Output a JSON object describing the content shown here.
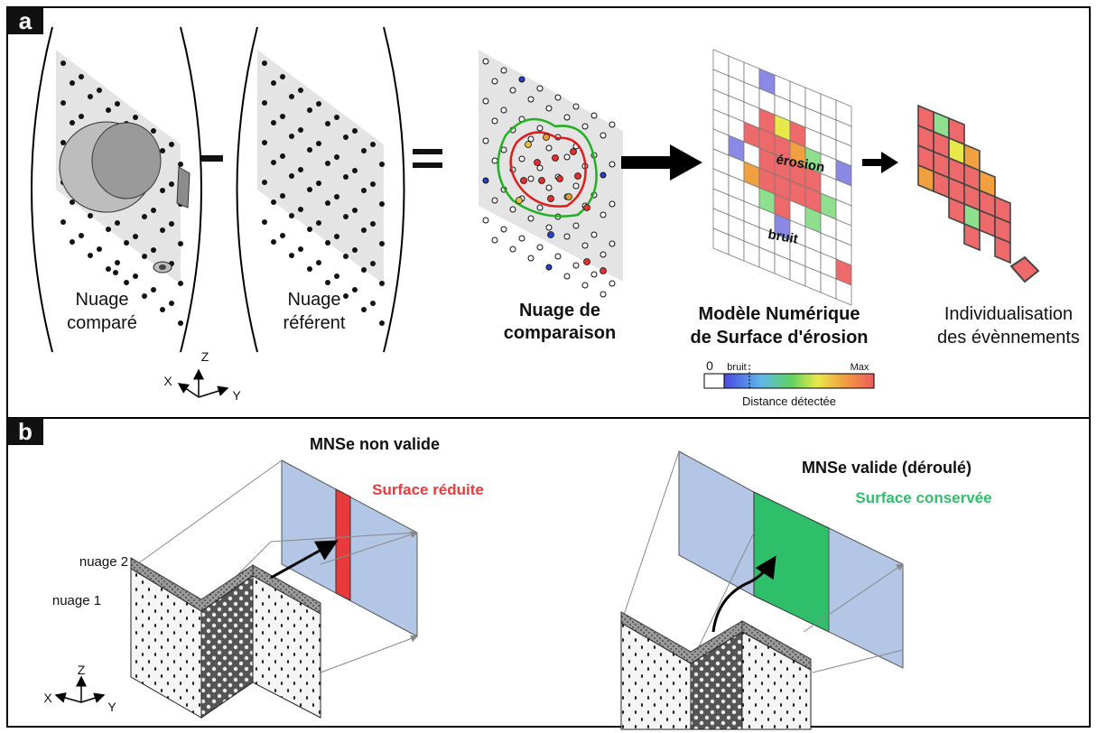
{
  "panel_a": {
    "tag": "a",
    "minus": "–",
    "equals": "=",
    "cloud_compared": [
      "Nuage",
      "comparé"
    ],
    "cloud_reference": [
      "Nuage",
      "référent"
    ],
    "cloud_comparison": [
      "Nuage de",
      "comparaison"
    ],
    "dsm_title": [
      "Modèle Numérique",
      "de Surface d'érosion"
    ],
    "events_title": [
      "Individualisation",
      "des évènnements"
    ],
    "grid_erosion_label": "érosion",
    "grid_noise_label": "bruit",
    "axes": {
      "x": "X",
      "y": "Y",
      "z": "Z"
    },
    "colorbar": {
      "min_label": "0",
      "noise_label": "bruit",
      "max_label": "Max",
      "caption": "Distance détectée"
    }
  },
  "panel_b": {
    "tag": "b",
    "invalid_title": "MNSe non valide",
    "reduced_surface": "Surface réduite",
    "valid_title": "MNSe valide (déroulé)",
    "kept_surface": "Surface conservée",
    "cloud2": "nuage 2",
    "cloud1": "nuage 1",
    "axes": {
      "x": "X",
      "y": "Y",
      "z": "Z"
    }
  },
  "colors": {
    "reduced": "#e83a3a",
    "kept": "#2fbf6a",
    "panel_blue": "#b3c6e6",
    "erosion_red": "#ee6a6a",
    "noise_blue": "#8a8ae6"
  }
}
